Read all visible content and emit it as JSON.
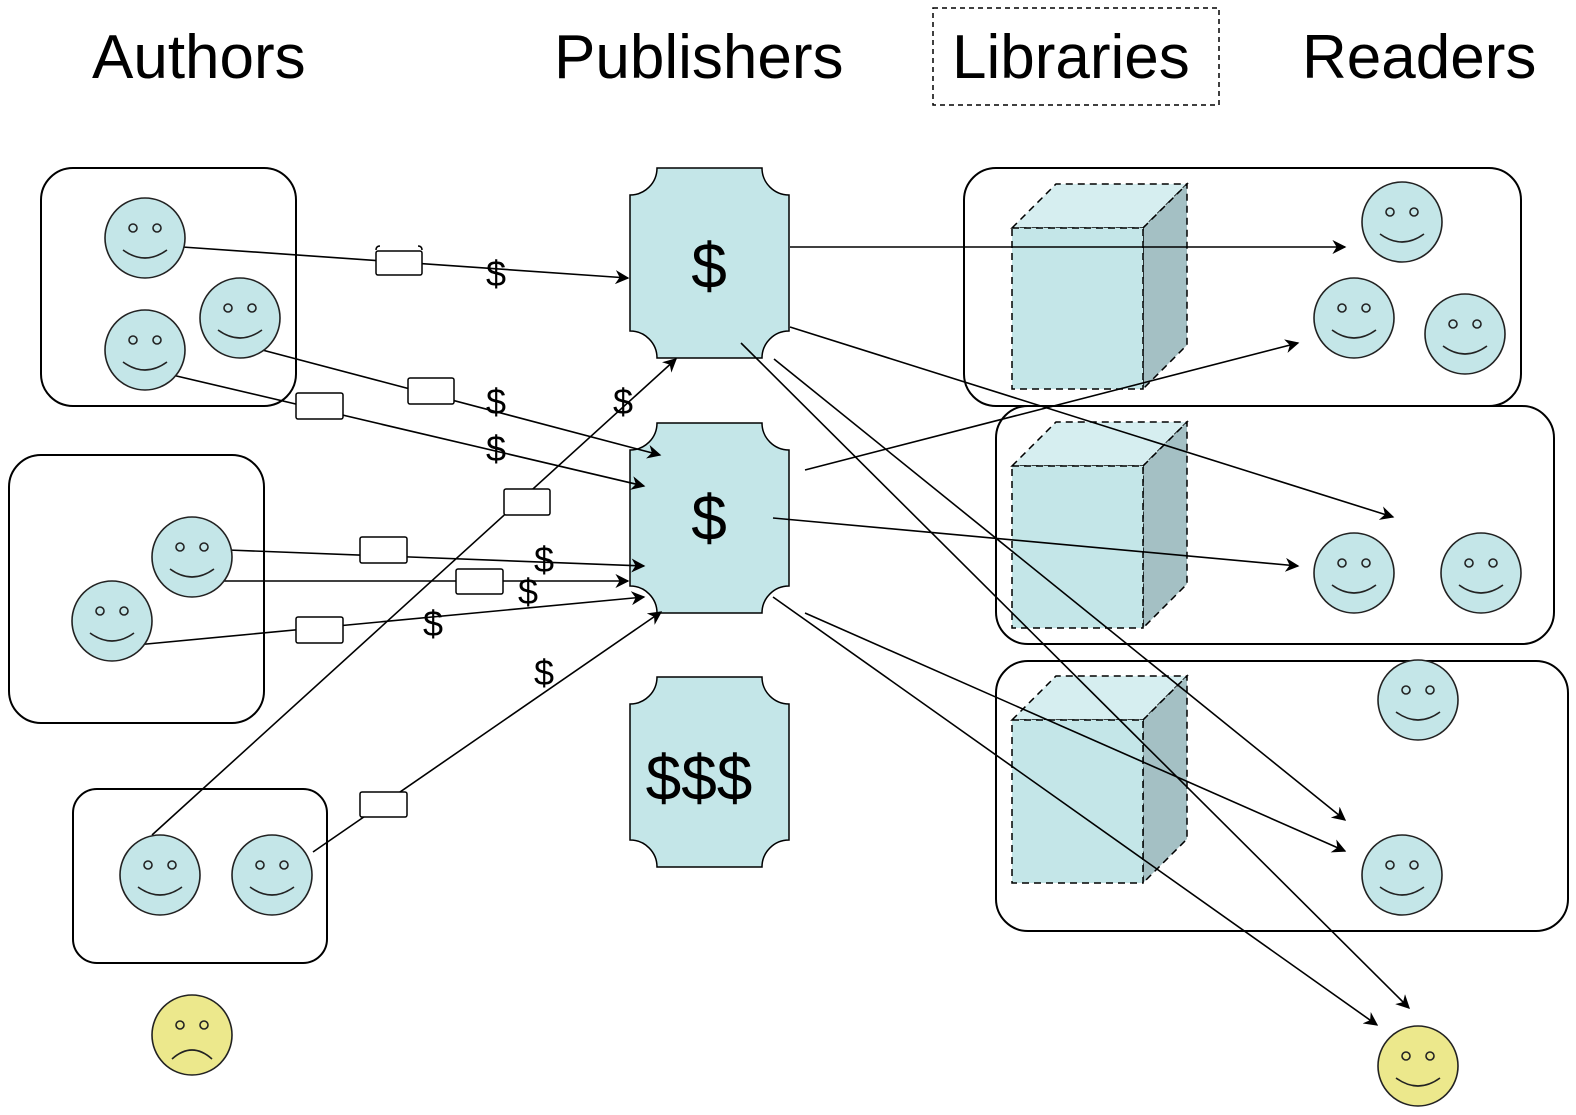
{
  "headers": {
    "authors": "Authors",
    "publishers": "Publishers",
    "libraries": "Libraries",
    "readers": "Readers"
  },
  "publishers": [
    {
      "label": "$"
    },
    {
      "label": "$"
    },
    {
      "label": "$$$"
    }
  ],
  "payment_label": "$",
  "colors": {
    "face_fill": "#c4e6e8",
    "unhappy_face_fill": "#ece88c",
    "publisher_fill": "#c4e6e8",
    "library_side": "#a4c0c4"
  },
  "icons": [
    "smiley-face-icon",
    "sad-face-icon",
    "manuscript-scroll-icon",
    "library-cube-icon",
    "publisher-ticket-shape"
  ]
}
